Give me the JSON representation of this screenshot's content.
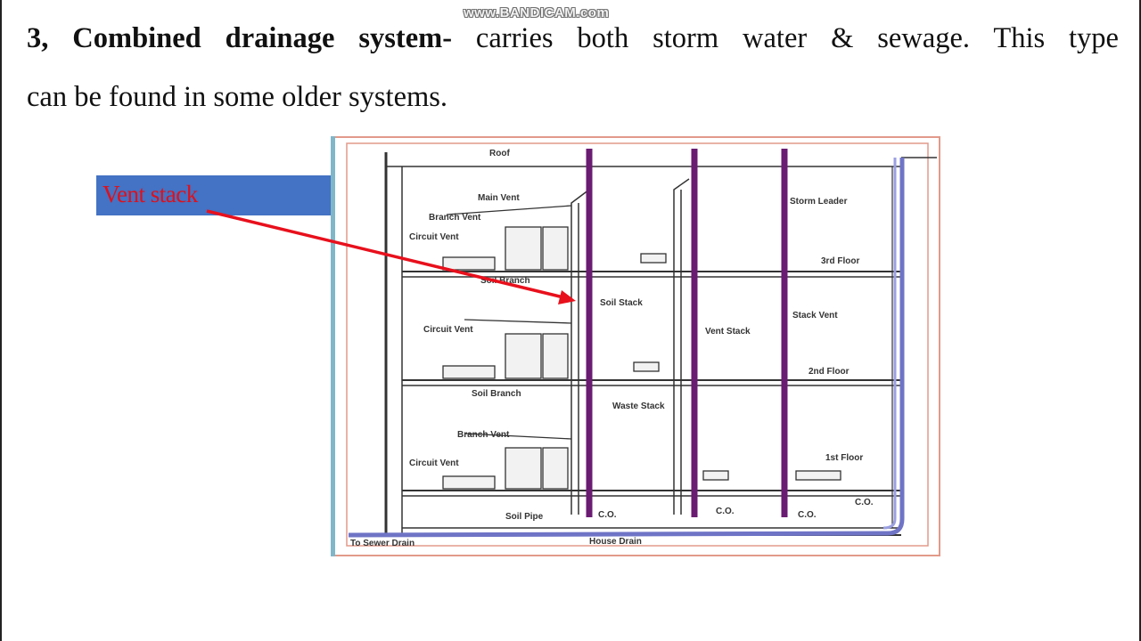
{
  "watermark": "www.BANDICAM.com",
  "heading": {
    "bold": "3, Combined drainage system-",
    "line1_rest": " carries both storm water & sewage. This type",
    "line2": "can be found in some older systems."
  },
  "callout": {
    "label": "Vent stack",
    "arrow_color": "#e8101c",
    "box_color": "#4472c4"
  },
  "diagram": {
    "labels": {
      "roof": "Roof",
      "main_vent": "Main Vent",
      "branch_vent_top": "Branch Vent",
      "circuit_vent_top": "Circuit Vent",
      "soil_branch_top": "Soil Branch",
      "circuit_vent_mid": "Circuit Vent",
      "soil_branch_mid": "Soil Branch",
      "branch_vent_low": "Branch Vent",
      "circuit_vent_low": "Circuit Vent",
      "soil_pipe": "Soil Pipe",
      "soil_stack": "Soil Stack",
      "vent_stack": "Vent Stack",
      "waste_stack": "Waste Stack",
      "storm_leader": "Storm Leader",
      "stack_vent": "Stack Vent",
      "floor_3": "3rd Floor",
      "floor_2": "2nd Floor",
      "floor_1": "1st Floor",
      "co_1": "C.O.",
      "co_2": "C.O.",
      "co_3": "C.O.",
      "co_4": "C.O.",
      "sewer_drain": "To Sewer Drain",
      "house_drain": "House Drain"
    },
    "colors": {
      "stack": "#6a1b72",
      "storm": "#6f74c6",
      "line": "#333333",
      "border": "#e29a8a",
      "left_edge": "#7fb7c9"
    }
  }
}
